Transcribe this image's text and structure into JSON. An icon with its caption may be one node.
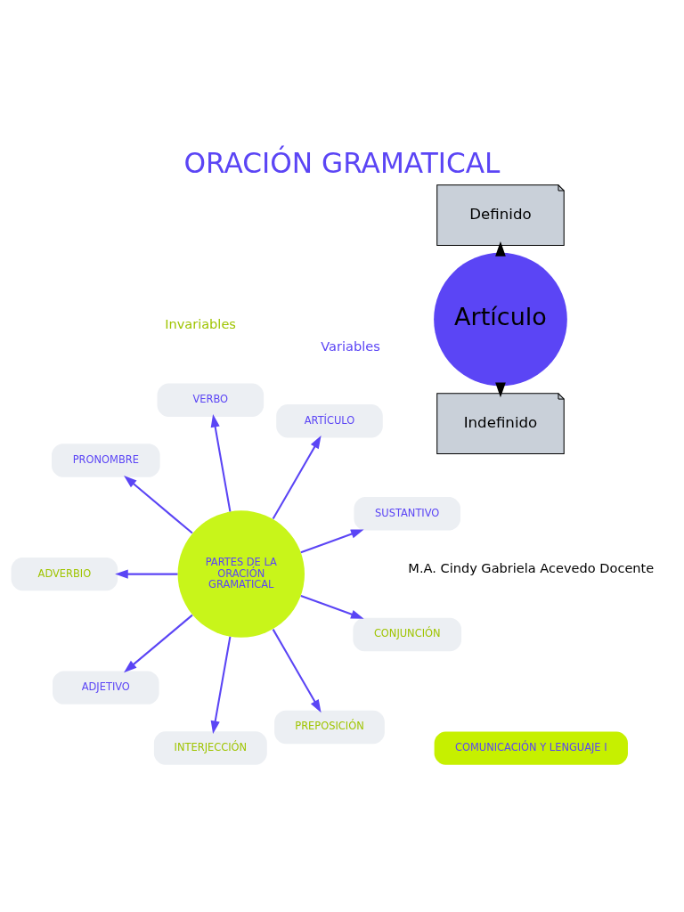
{
  "diagram": {
    "title": "ORACIÓN GRAMATICAL",
    "nodes": [
      {
        "text": [
          "COMUNICACIÓN Y LENGUAJE I"
        ]
      },
      {
        "text": [
          "PARTES DE LA ORACIÓN GRAMATICAL"
        ]
      },
      {
        "text": [
          "SUSTANTIVO"
        ]
      },
      {
        "text": [
          "ARTÍCULO"
        ]
      },
      {
        "text": [
          "VERBO"
        ]
      },
      {
        "text": [
          "PRONOMBRE"
        ]
      },
      {
        "text": [
          "ADVERBIO"
        ]
      },
      {
        "text": [
          "ADJETIVO"
        ]
      },
      {
        "text": [
          "INTERJECCIÓN"
        ]
      },
      {
        "text": [
          "PREPOSICIÓN"
        ]
      },
      {
        "text": [
          "CONJUNCIÓN"
        ]
      },
      {
        "text": [
          "Artículo"
        ]
      },
      {
        "text": [
          "Definido"
        ]
      },
      {
        "text": [
          "Indefinido"
        ]
      }
    ],
    "edges": [
      {
        "from": 1,
        "to": 2,
        "arrow": "to"
      },
      {
        "from": 1,
        "to": 3,
        "arrow": "to"
      },
      {
        "from": 1,
        "to": 4,
        "arrow": "to"
      },
      {
        "from": 1,
        "to": 5,
        "arrow": "to"
      },
      {
        "from": 1,
        "to": 6,
        "arrow": "to"
      },
      {
        "from": 1,
        "to": 7,
        "arrow": "to"
      },
      {
        "from": 1,
        "to": 8,
        "arrow": "to"
      },
      {
        "from": 1,
        "to": 9,
        "arrow": "to"
      },
      {
        "from": 1,
        "to": 10,
        "arrow": "to"
      },
      {
        "from": 11,
        "to": 12,
        "arrow": "to",
        "style": "dashed",
        "color": "#000000"
      },
      {
        "from": 11,
        "to": 13,
        "arrow": "to",
        "style": "dashed",
        "color": "#000000"
      }
    ],
    "labels": [
      "Variables",
      "Invariables",
      "M.A. Cindy Gabriela Acevedo Docente"
    ]
  }
}
